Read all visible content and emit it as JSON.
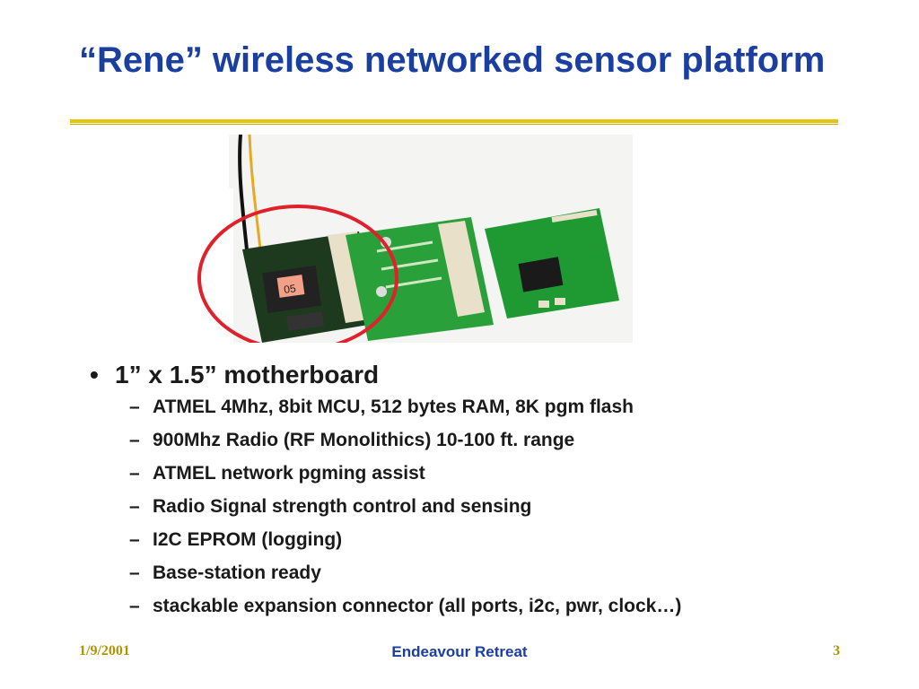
{
  "slide": {
    "title": "“Rene” wireless networked sensor platform"
  },
  "bullets": {
    "main": {
      "marker": "•",
      "text": "1” x 1.5” motherboard"
    },
    "sub_marker": "–",
    "items": [
      "ATMEL 4Mhz, 8bit MCU, 512 bytes RAM, 8K pgm flash",
      "900Mhz Radio (RF Monolithics) 10-100 ft. range",
      "ATMEL network pgming assist",
      "Radio Signal strength control and sensing",
      "I2C EPROM (logging)",
      "Base-station ready",
      "stackable expansion connector (all ports, i2c, pwr, clock…)"
    ]
  },
  "photo": {
    "board_label": "05",
    "highlight_color": "#e0202a",
    "board_color": "#1f8a2e"
  },
  "footer": {
    "date": "1/9/2001",
    "center": "Endeavour Retreat",
    "page": "3"
  },
  "colors": {
    "title": "#1a3fa0",
    "rule": "#e8c400",
    "footer_side": "#b09300"
  }
}
